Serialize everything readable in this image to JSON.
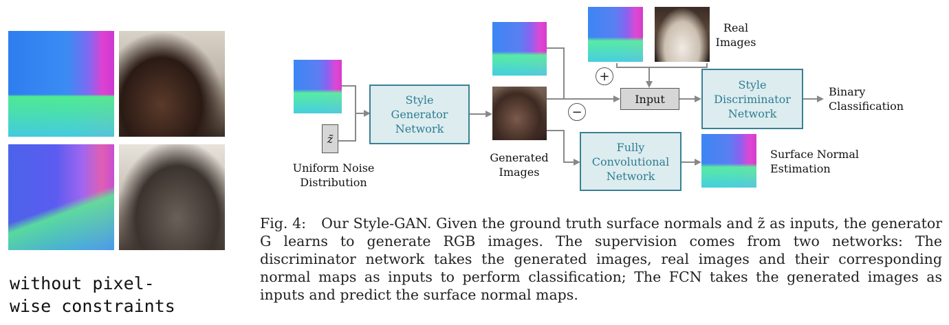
{
  "left_panel": {
    "caption": "without pixel-\nwise constraints"
  },
  "diagram": {
    "z_symbol": "z̃",
    "noise_label": "Uniform Noise\nDistribution",
    "style_generator": "Style\nGenerator\nNetwork",
    "generated_images_label": "Generated\nImages",
    "input_box": "Input",
    "plus_sign": "+",
    "minus_sign": "−",
    "real_images_label": "Real\nImages",
    "style_discriminator": "Style\nDiscriminator\nNetwork",
    "binary_label": "Binary\nClassification",
    "fcn": "Fully\nConvolutional\nNetwork",
    "surface_label": "Surface Normal\nEstimation"
  },
  "figure_caption": {
    "prefix": "Fig. 4:",
    "text": "Our Style-GAN. Given the ground truth surface normals and z̃ as inputs, the generator G learns to generate RGB images. The supervision comes from two networks: The discriminator network takes the generated images, real images and their corresponding normal maps as inputs to perform classification; The FCN takes the generated images as inputs and predict the surface normal maps."
  },
  "colors": {
    "box_fill": "#dcecef",
    "box_border": "#3a7f93",
    "box_text": "#2f7c91",
    "arrow": "#888888"
  }
}
